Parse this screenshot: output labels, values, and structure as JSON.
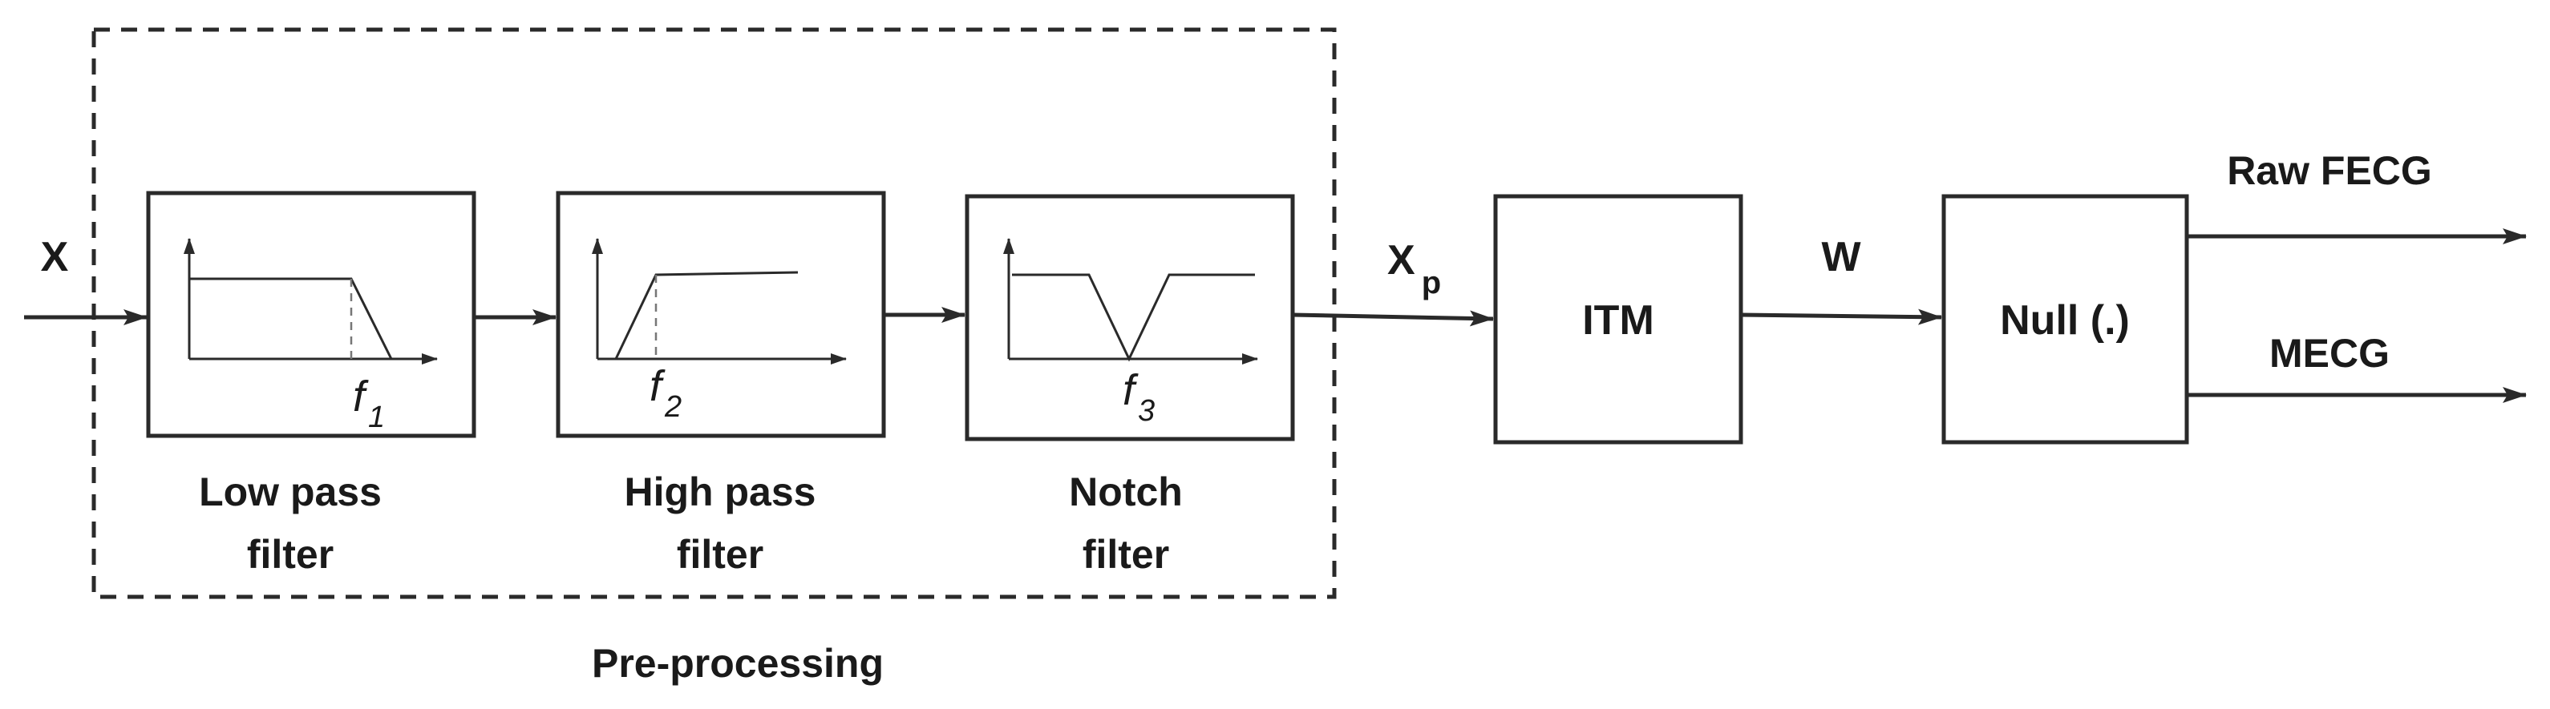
{
  "input_label": "X",
  "preprocessing": {
    "group_label": "Pre-processing",
    "filters": [
      {
        "name_line1": "Low pass",
        "name_line2": "filter",
        "freq_base": "f",
        "freq_sub": "1"
      },
      {
        "name_line1": "High pass",
        "name_line2": "filter",
        "freq_base": "f",
        "freq_sub": "2"
      },
      {
        "name_line1": "Notch",
        "name_line2": "filter",
        "freq_base": "f",
        "freq_sub": "3"
      }
    ]
  },
  "xp_label": {
    "base": "X",
    "sub": "p"
  },
  "itm_label": "ITM",
  "w_label": "W",
  "null_label": "Null (.)",
  "outputs": [
    "Raw FECG",
    "MECG"
  ],
  "colors": {
    "line": "#2a2a2a",
    "text": "#1a1a1a",
    "dashed_guide": "#777777"
  }
}
